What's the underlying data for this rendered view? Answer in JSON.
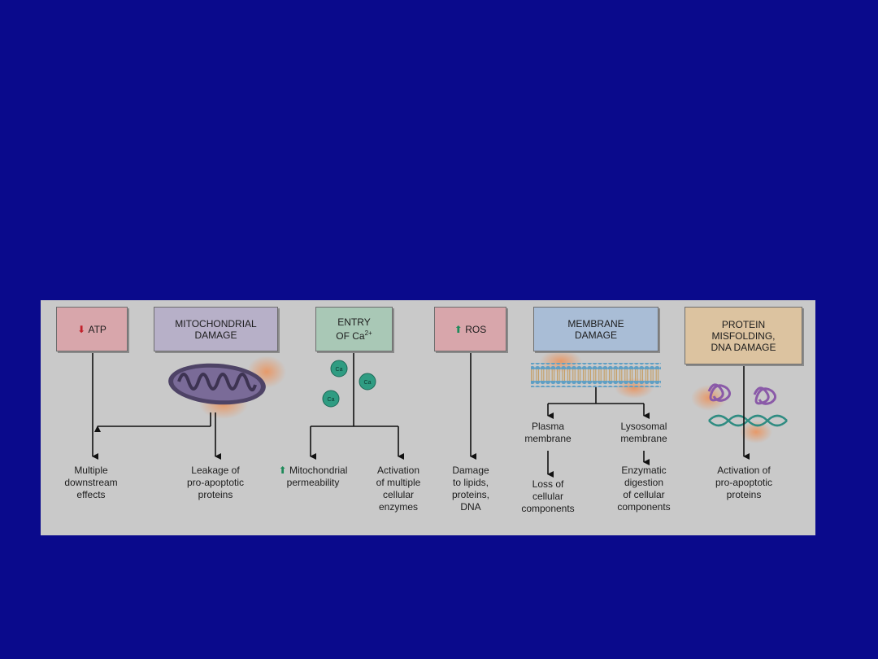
{
  "colors": {
    "background": "#0a0a8c",
    "panel": "#c9c9c9",
    "box_red": "#d8a6ab",
    "box_purple": "#b7b0c8",
    "box_green": "#a9c8b6",
    "box_blue": "#a9bdd6",
    "box_tan": "#dcc3a0",
    "line": "#111111",
    "mitochondrion": "#6b5d86",
    "ca_ion": "#2f9c82",
    "membrane_head": "#5f9fc4",
    "membrane_tail": "#c59a5a",
    "protein": "#8a5aa8",
    "dna": "#2f8c82"
  },
  "boxes": {
    "atp": {
      "arrow": "⬇",
      "label": "ATP"
    },
    "mito": {
      "line1": "MITOCHONDRIAL",
      "line2": "DAMAGE"
    },
    "ca": {
      "line1": "ENTRY",
      "line2a": "OF Ca",
      "line2sup": "2+"
    },
    "ros": {
      "arrow": "⬆",
      "label": "ROS"
    },
    "membrane": {
      "line1": "MEMBRANE",
      "line2": "DAMAGE"
    },
    "protein": {
      "line1": "PROTEIN",
      "line2": "MISFOLDING,",
      "line3": "DNA DAMAGE"
    }
  },
  "illustrations": {
    "ca_ion_label": "Ca"
  },
  "mid_labels": {
    "plasma": {
      "line1": "Plasma",
      "line2": "membrane"
    },
    "lysosomal": {
      "line1": "Lysosomal",
      "line2": "membrane"
    }
  },
  "outcomes": {
    "multiple": {
      "line1": "Multiple",
      "line2": "downstream",
      "line3": "effects"
    },
    "leakage": {
      "line1": "Leakage of",
      "line2": "pro-apoptotic",
      "line3": "proteins"
    },
    "mito_perm": {
      "arrow": "⬆",
      "line1": "Mitochondrial",
      "line2": "permeability"
    },
    "activation_enzymes": {
      "line1": "Activation",
      "line2": "of multiple",
      "line3": "cellular",
      "line4": "enzymes"
    },
    "damage": {
      "line1": "Damage",
      "line2": "to lipids,",
      "line3": "proteins,",
      "line4": "DNA"
    },
    "loss": {
      "line1": "Loss of",
      "line2": "cellular",
      "line3": "components"
    },
    "enzymatic": {
      "line1": "Enzymatic",
      "line2": "digestion",
      "line3": "of cellular",
      "line4": "components"
    },
    "activation_pro": {
      "line1": "Activation of",
      "line2": "pro-apoptotic",
      "line3": "proteins"
    }
  }
}
